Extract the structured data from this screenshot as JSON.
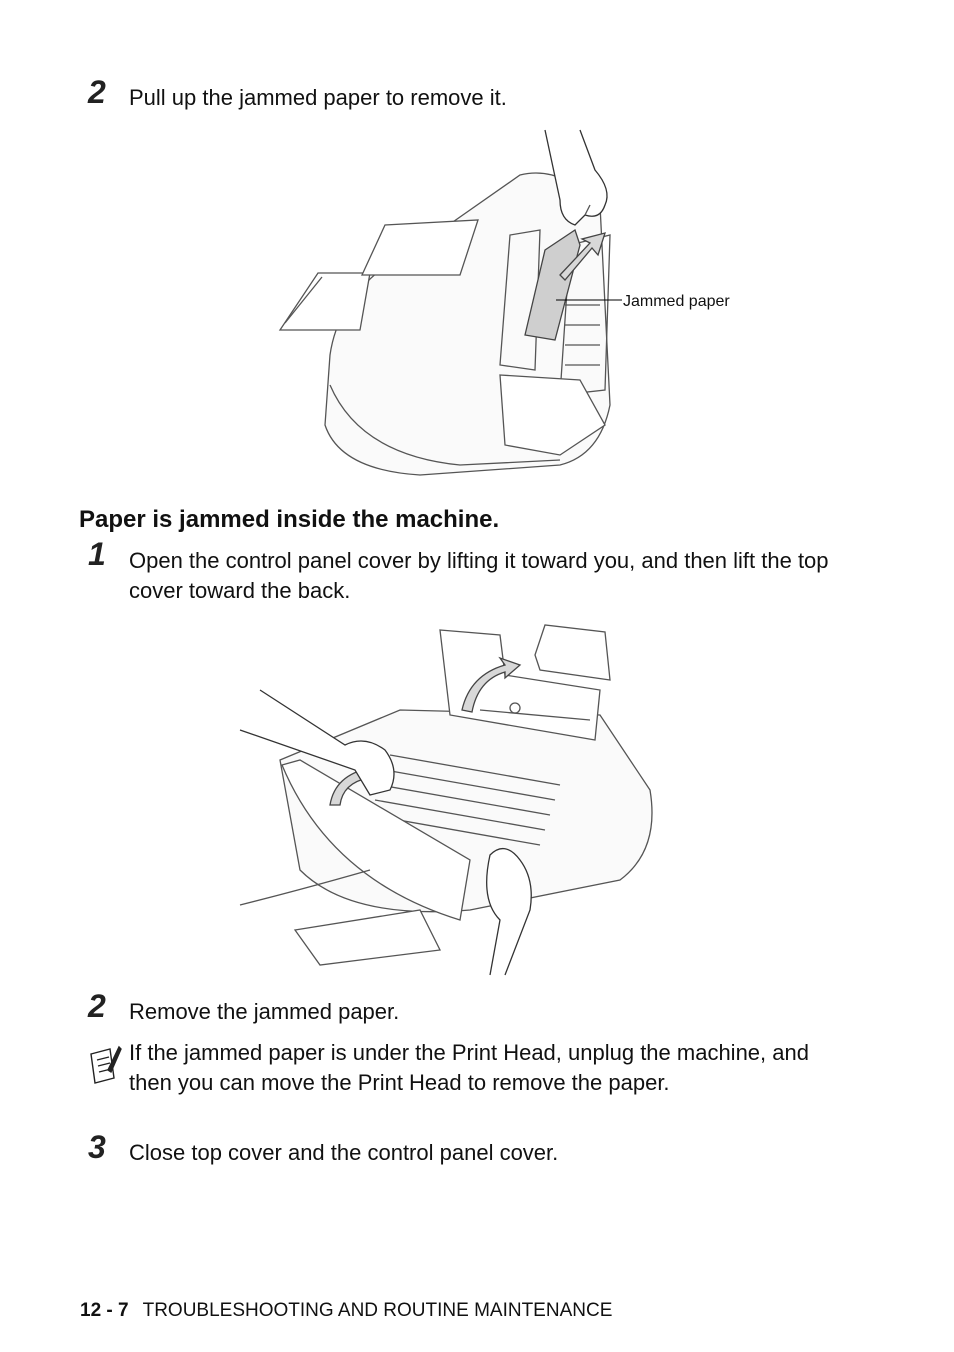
{
  "steps": [
    {
      "num": "2",
      "text": "Pull up the jammed paper to remove it."
    },
    {
      "num": "1",
      "text": "Open the control panel cover by lifting it toward you, and then lift the top cover toward the back."
    },
    {
      "num": "2",
      "text": "Remove the jammed paper."
    },
    {
      "num": "3",
      "text": "Close top cover and the control panel cover."
    }
  ],
  "section_heading": "Paper is jammed inside the machine.",
  "figure1": {
    "callout": "Jammed paper"
  },
  "note": {
    "icon": "note-pad-icon",
    "text": "If the jammed paper is under the Print Head, unplug the machine, and then you can move the Print Head to remove the paper."
  },
  "footer": {
    "page": "12 - 7",
    "title": "TROUBLESHOOTING AND ROUTINE MAINTENANCE"
  }
}
